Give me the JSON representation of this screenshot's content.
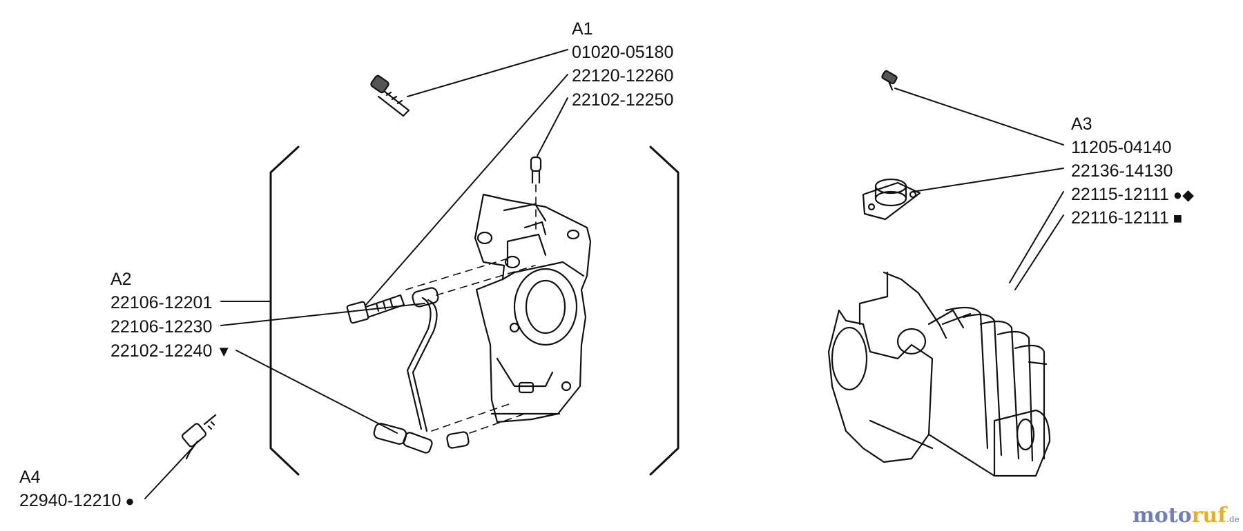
{
  "groups": {
    "a1": {
      "title": "A1",
      "parts": [
        "01020-05180",
        "22120-12260",
        "22102-12250"
      ]
    },
    "a2": {
      "title": "A2",
      "parts": [
        "22106-12201",
        "22106-12230",
        "22102-12240"
      ],
      "symbols": [
        "",
        "",
        "▼"
      ]
    },
    "a3": {
      "title": "A3",
      "parts": [
        "11205-04140",
        "22136-14130",
        "22115-12111",
        "22116-12111"
      ],
      "symbols": [
        "",
        "",
        "●◆",
        "■"
      ]
    },
    "a4": {
      "title": "A4",
      "parts": [
        "22940-12210"
      ],
      "symbols": [
        "●"
      ]
    }
  },
  "watermark": {
    "brand_a": "moto",
    "brand_b": "ruf",
    "suffix": ".de",
    "color_a": "#6f7ec0",
    "color_b": "#e8b020"
  }
}
